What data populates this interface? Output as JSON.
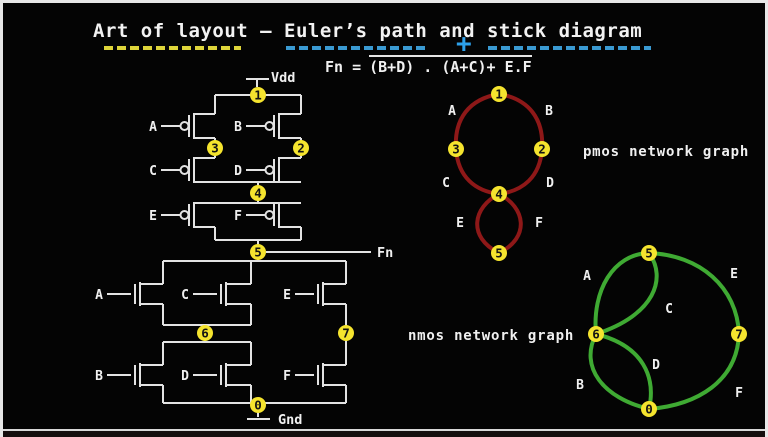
{
  "title": {
    "text": "Art of layout – Euler’s path and stick diagram",
    "plus_sign": "+"
  },
  "formula": {
    "lhs": "Fn =",
    "rhs_overlined": "(B+D) . (A+C)+ E.F"
  },
  "power_labels": {
    "vdd": "Vdd",
    "gnd": "Gnd",
    "output": "Fn"
  },
  "schematic": {
    "pmos_gate_labels": [
      "A",
      "B",
      "C",
      "D",
      "E",
      "F"
    ],
    "nmos_gate_labels": [
      "A",
      "C",
      "E",
      "B",
      "D",
      "F"
    ],
    "node_labels": {
      "n1": "1",
      "n2": "2",
      "n3": "3",
      "n4": "4",
      "n5": "5",
      "n6": "6",
      "n7": "7",
      "n0": "0"
    }
  },
  "pmos_graph": {
    "caption": "pmos network graph",
    "color": "#8e1818",
    "node_labels": [
      "1",
      "3",
      "2",
      "4",
      "5"
    ],
    "edge_labels": [
      "A",
      "B",
      "C",
      "D",
      "E",
      "F"
    ]
  },
  "nmos_graph": {
    "caption": "nmos network graph",
    "color": "#3faa33",
    "node_labels": [
      "5",
      "6",
      "7",
      "0"
    ],
    "edge_labels": [
      "A",
      "C",
      "E",
      "B",
      "D",
      "F"
    ]
  },
  "colors": {
    "background": "#040404",
    "wire": "#e3e3e3",
    "node_fill": "#f5e42e",
    "node_text": "#141414",
    "underline_yellow": "#ded53a",
    "underline_blue": "#3a9ad2",
    "plus_blue": "#2da0ea",
    "text": "#f2f2f2"
  }
}
